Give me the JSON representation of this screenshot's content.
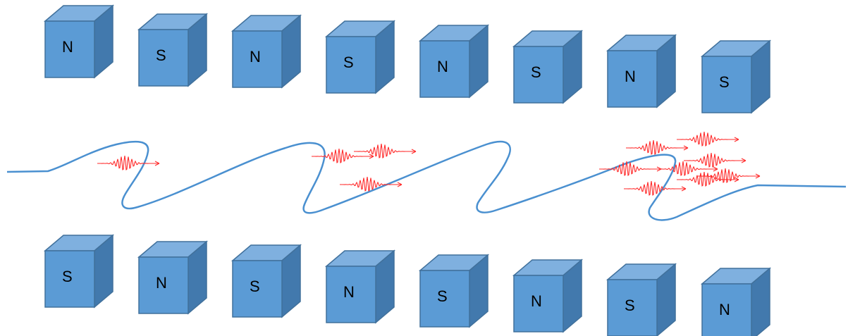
{
  "colors": {
    "magnet_front": "#5b9bd5",
    "magnet_top": "#7fb0df",
    "magnet_side": "#4279ad",
    "magnet_edge": "#41719c",
    "electron_path": "#4a90d0",
    "radiation": "#ff2a2a"
  },
  "top_row": {
    "labels": [
      "N",
      "S",
      "N",
      "S",
      "N",
      "S",
      "N",
      "S"
    ]
  },
  "bottom_row": {
    "labels": [
      "S",
      "N",
      "S",
      "N",
      "S",
      "N",
      "S",
      "N"
    ]
  },
  "icons": {
    "magnet": "magnet-block-icon",
    "radiation": "wave-packet-arrow-icon"
  }
}
